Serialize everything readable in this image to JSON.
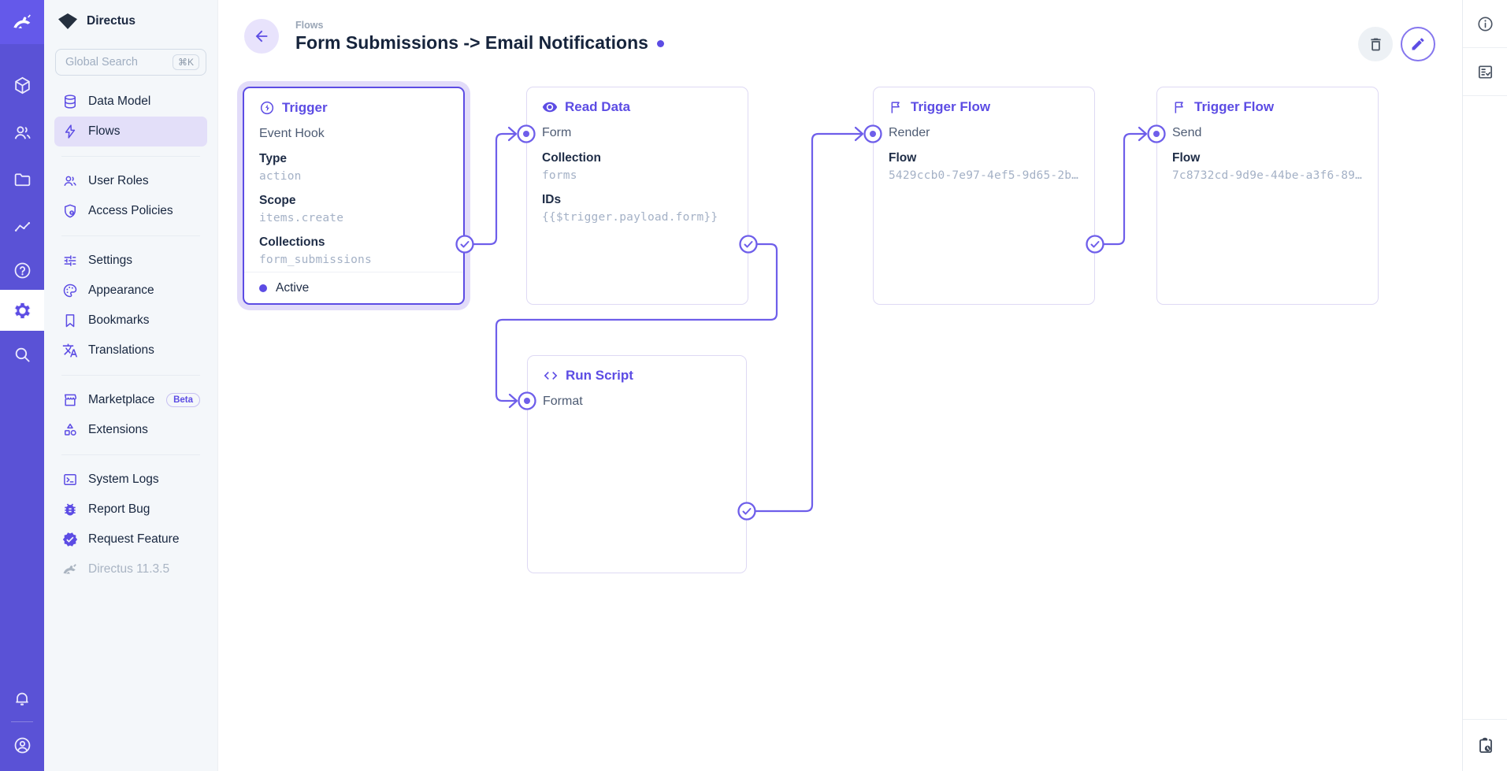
{
  "colors": {
    "accent": "#5c4ce4",
    "module_bar_bg": "#5a52d6",
    "logo_block_bg": "#6459ea",
    "nav_active_bg": "#e3dff9",
    "trigger_halo": "#e2dcf9"
  },
  "module_bar": {
    "logo_icon": "directus-rabbit-icon",
    "items": [
      "box-icon",
      "users-icon",
      "folder-icon",
      "activity-icon",
      "help-icon"
    ],
    "active_item": "settings-gear-icon",
    "search_item": "search-icon",
    "bottom_items": [
      "bell-icon",
      "account-circle-icon"
    ]
  },
  "sidebar": {
    "project": {
      "name": "Directus"
    },
    "search": {
      "placeholder": "Global Search",
      "shortcut": "⌘K"
    },
    "sections": [
      {
        "items": [
          {
            "label": "Data Model"
          },
          {
            "label": "Flows"
          }
        ]
      },
      {
        "items": [
          {
            "label": "User Roles"
          },
          {
            "label": "Access Policies"
          }
        ]
      },
      {
        "items": [
          {
            "label": "Settings"
          },
          {
            "label": "Appearance"
          },
          {
            "label": "Bookmarks"
          },
          {
            "label": "Translations"
          }
        ]
      },
      {
        "items": [
          {
            "label": "Marketplace",
            "badge": "Beta"
          },
          {
            "label": "Extensions"
          }
        ]
      },
      {
        "items": [
          {
            "label": "System Logs"
          },
          {
            "label": "Report Bug"
          },
          {
            "label": "Request Feature"
          },
          {
            "label": "Directus 11.3.5"
          }
        ]
      }
    ]
  },
  "header": {
    "breadcrumb": "Flows",
    "title": "Form Submissions -> Email Notifications"
  },
  "flow": {
    "panels": [
      {
        "title": "Trigger",
        "subtitle": "Event Hook",
        "fields": [
          {
            "label": "Type",
            "value": "action"
          },
          {
            "label": "Scope",
            "value": "items.create"
          },
          {
            "label": "Collections",
            "value": "form_submissions"
          }
        ],
        "status": "Active"
      },
      {
        "title": "Read Data",
        "subtitle": "Form",
        "fields": [
          {
            "label": "Collection",
            "value": "forms"
          },
          {
            "label": "IDs",
            "value": "{{$trigger.payload.form}}"
          }
        ]
      },
      {
        "title": "Trigger Flow",
        "subtitle": "Render",
        "fields": [
          {
            "label": "Flow",
            "value": "5429ccb0-7e97-4ef5-9d65-2b…"
          }
        ]
      },
      {
        "title": "Trigger Flow",
        "subtitle": "Send",
        "fields": [
          {
            "label": "Flow",
            "value": "7c8732cd-9d9e-44be-a3f6-89…"
          }
        ]
      },
      {
        "title": "Run Script",
        "subtitle": "Format",
        "fields": []
      }
    ]
  },
  "right_sidebar": {
    "icons": [
      "info-icon",
      "notices-icon",
      "activity-log-icon"
    ]
  }
}
